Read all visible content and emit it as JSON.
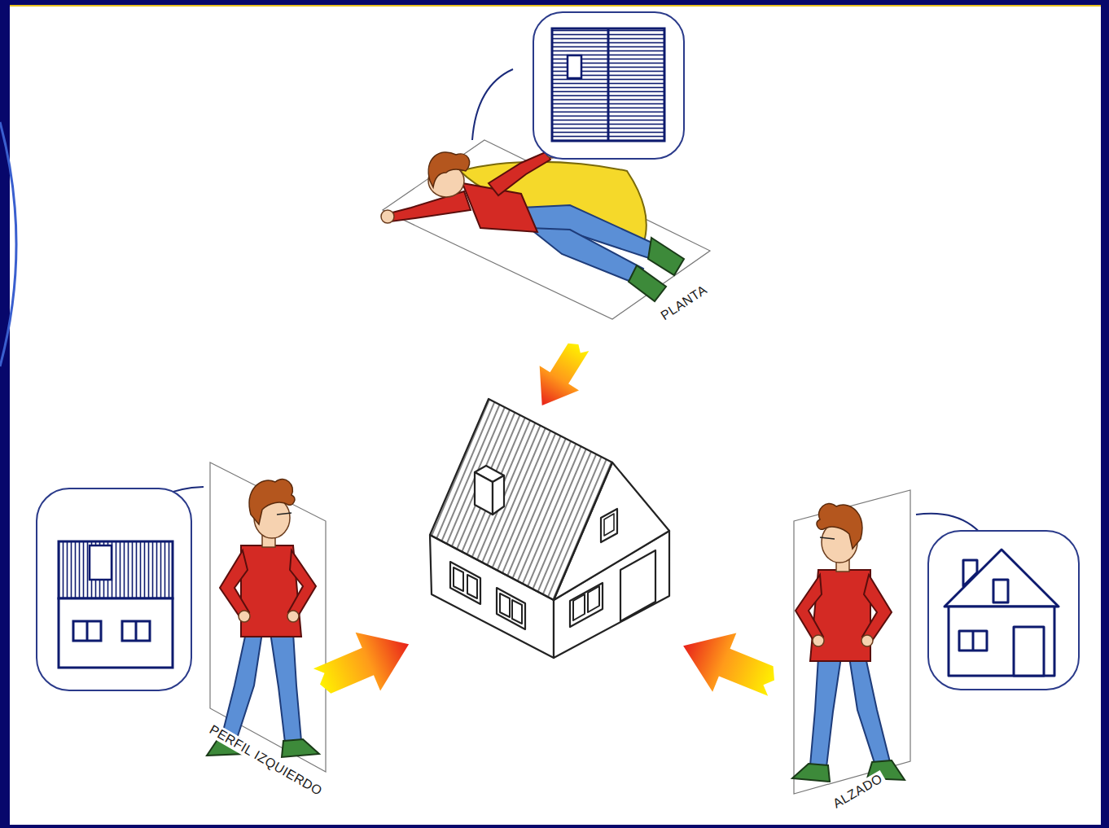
{
  "diagram": {
    "labels": [
      "PLANTA",
      "PERFIL IZQUIERDO",
      "ALZADO"
    ]
  }
}
